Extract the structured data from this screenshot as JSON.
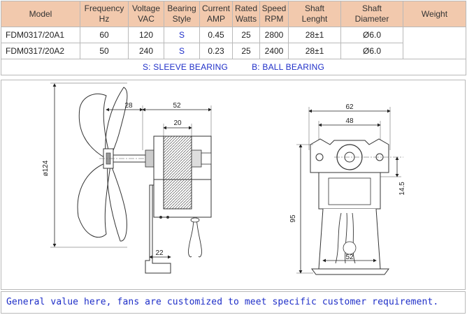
{
  "table": {
    "headers": [
      [
        "Model",
        ""
      ],
      [
        "Frequency",
        "Hz"
      ],
      [
        "Voltage",
        "VAC"
      ],
      [
        "Bearing",
        "Style"
      ],
      [
        "Current",
        "AMP"
      ],
      [
        "Rated",
        "Watts"
      ],
      [
        "Speed",
        "RPM"
      ],
      [
        "Shaft",
        "Lenght"
      ],
      [
        "Shaft",
        "Diameter"
      ],
      [
        "Weight",
        ""
      ]
    ],
    "rows": [
      [
        "FDM0317/20A1",
        "60",
        "120",
        "S",
        "0.45",
        "25",
        "2800",
        "28±1",
        "Ø6.0",
        ""
      ],
      [
        "FDM0317/20A2",
        "50",
        "240",
        "S",
        "0.23",
        "25",
        "2400",
        "28±1",
        "Ø6.0",
        ""
      ]
    ],
    "legend_sleeve": "S: SLEEVE BEARING",
    "legend_ball": "B: BALL BEARING"
  },
  "colors": {
    "header_bg": "#f2c9ad",
    "blue_text": "#1f2fc8",
    "border": "#b9b9b9"
  },
  "drawing": {
    "dim_fan_diameter": "ø124",
    "dim_fan_offset": "28",
    "dim_overall_length": "52",
    "dim_coil_width": "20",
    "dim_bracket_foot": "22",
    "dim_total_width": "62",
    "dim_mount_spacing": "48",
    "dim_shaft_height": "14.5",
    "dim_total_height": "95",
    "dim_base_width": "52"
  },
  "note": "General value here, fans are customized to meet specific customer requirement."
}
